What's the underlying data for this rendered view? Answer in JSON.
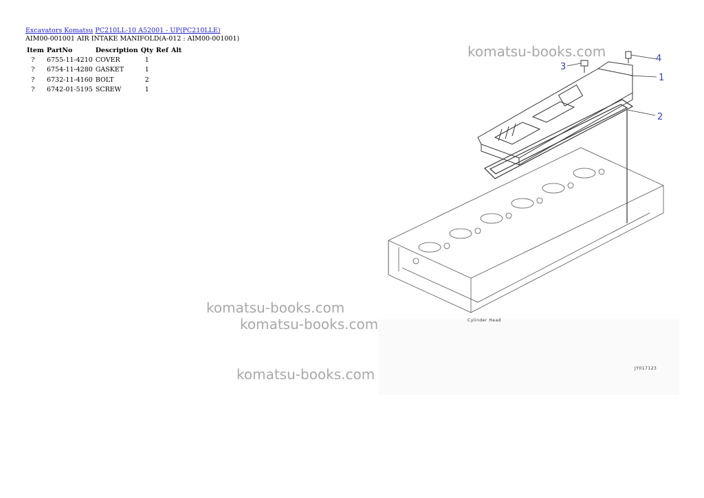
{
  "breadcrumb": {
    "link1": "Excavators Komatsu",
    "link2": "PC210LL-10 A52001 - UP(PC210LLE)"
  },
  "subtitle": "AIM00-001001 AIR INTAKE MANIFOLD(A-012 : AIM00-001001)",
  "table": {
    "headers": [
      "Item",
      "PartNo",
      "Description",
      "Qty",
      "Ref",
      "Alt"
    ],
    "rows": [
      {
        "item": "?",
        "partno": "6755-11-4210",
        "description": "COVER",
        "qty": "1"
      },
      {
        "item": "?",
        "partno": "6754-11-4280",
        "description": "GASKET",
        "qty": "1"
      },
      {
        "item": "?",
        "partno": "6732-11-4160",
        "description": "BOLT",
        "qty": "2"
      },
      {
        "item": "?",
        "partno": "6742-01-5195",
        "description": "SCREW",
        "qty": "1"
      }
    ]
  },
  "watermark": "komatsu-books.com",
  "diagram": {
    "callouts": [
      "1",
      "2",
      "3",
      "4"
    ],
    "caption": "Cylinder Head",
    "code": "JY017123",
    "colors": {
      "callout": "#3344aa",
      "line": "#333333",
      "watermark": "#9a9a9a",
      "link": "#1f1fd0"
    }
  }
}
